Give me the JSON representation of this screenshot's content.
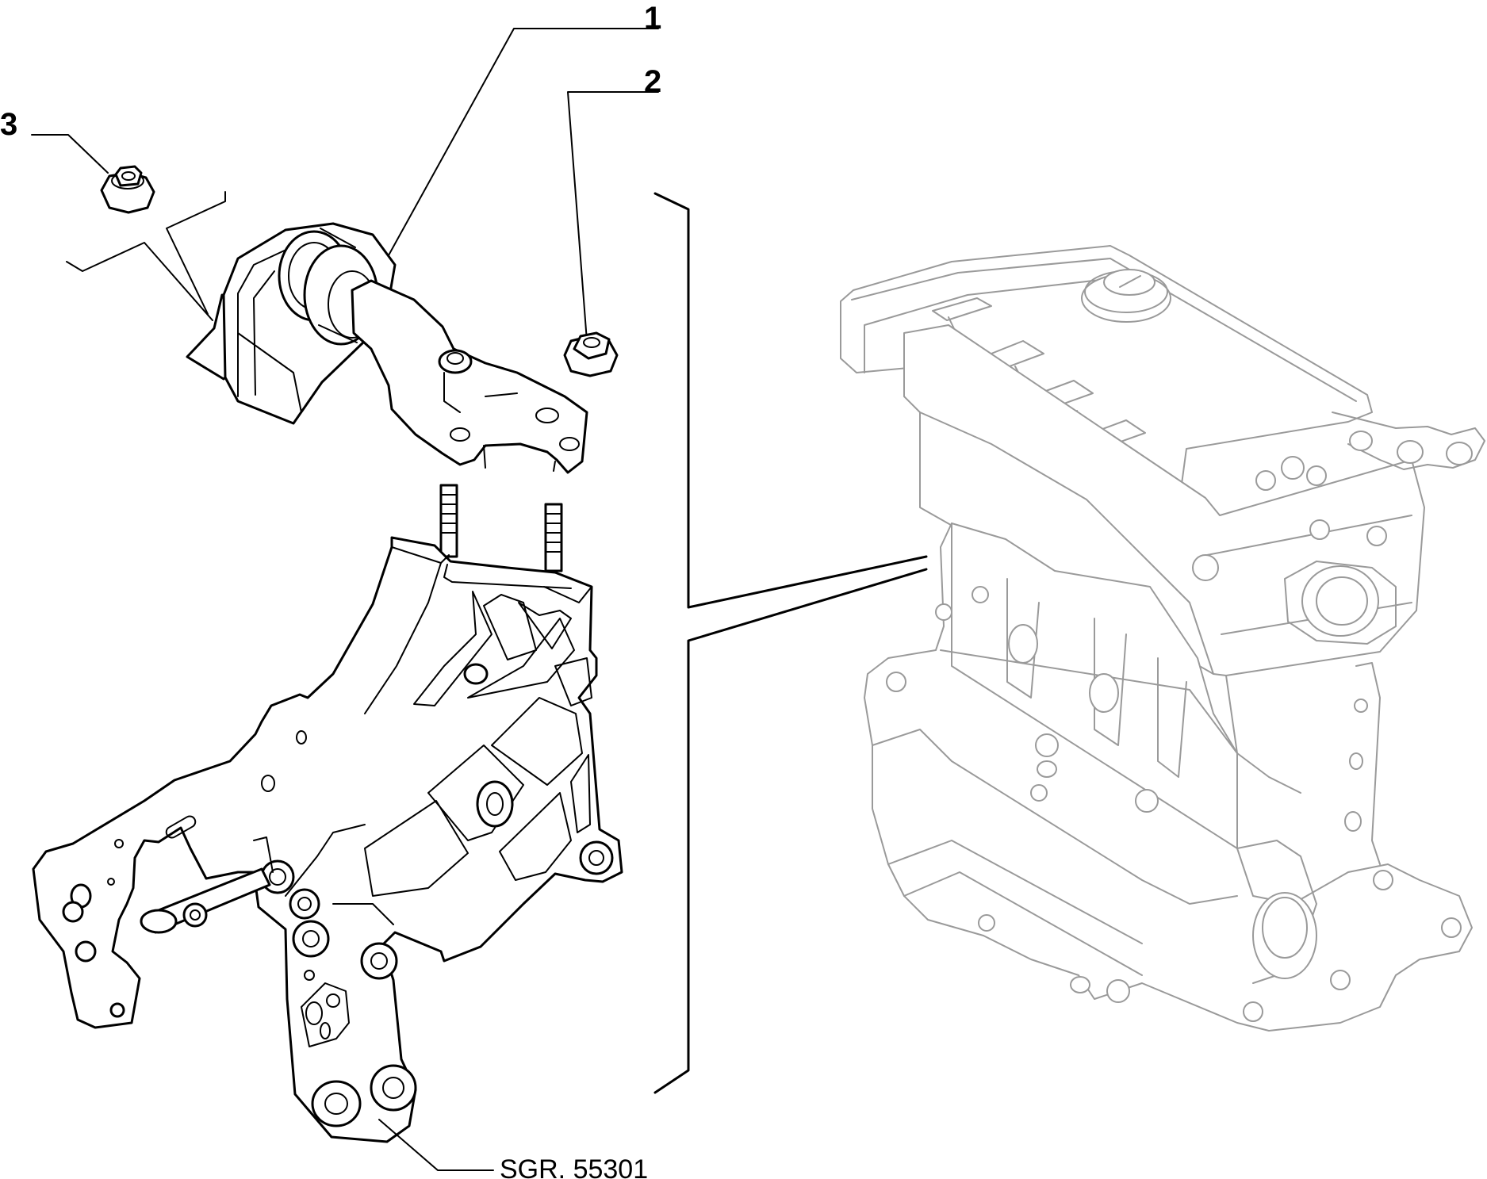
{
  "callouts": [
    {
      "id": "1",
      "label": "1"
    },
    {
      "id": "2",
      "label": "2"
    },
    {
      "id": "3",
      "label": "3"
    }
  ],
  "reference": {
    "label": "SGR. 55301"
  }
}
